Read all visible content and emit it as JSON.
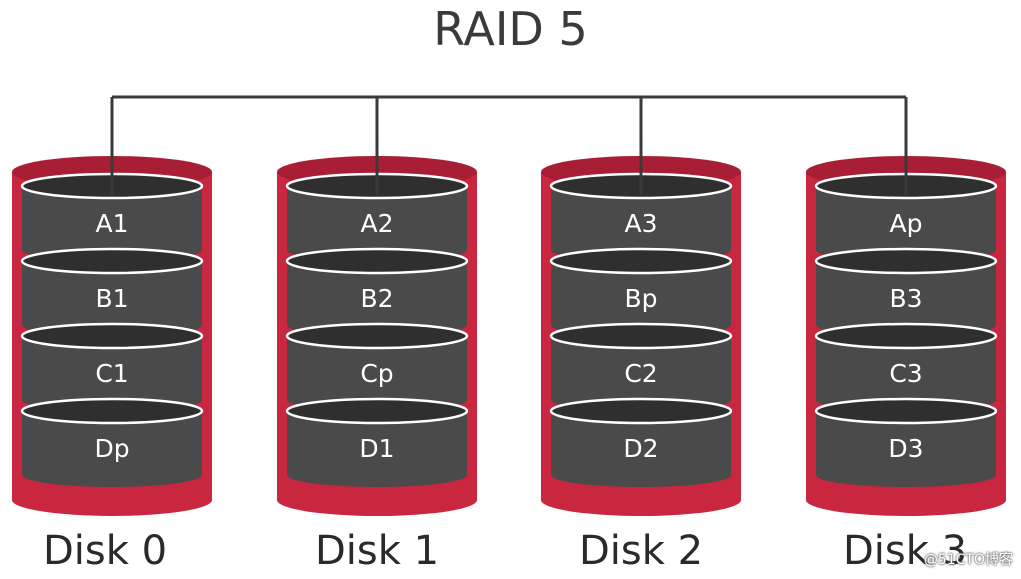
{
  "diagram": {
    "title": "RAID 5",
    "disks": [
      {
        "label": "Disk 0",
        "blocks": [
          "A1",
          "B1",
          "C1",
          "Dp"
        ]
      },
      {
        "label": "Disk 1",
        "blocks": [
          "A2",
          "B2",
          "Cp",
          "D1"
        ]
      },
      {
        "label": "Disk 2",
        "blocks": [
          "A3",
          "Bp",
          "C2",
          "D2"
        ]
      },
      {
        "label": "Disk 3",
        "blocks": [
          "Ap",
          "B3",
          "C3",
          "D3"
        ]
      }
    ],
    "colors": {
      "disk_shell": "#c9263f",
      "disk_shell_dark": "#a81e34",
      "platter": "#4a4a4a",
      "platter_top": "#2f2f2f",
      "platter_rim": "#ffffff",
      "connector": "#3a3a3a"
    },
    "watermark": "@51CTO博客"
  }
}
